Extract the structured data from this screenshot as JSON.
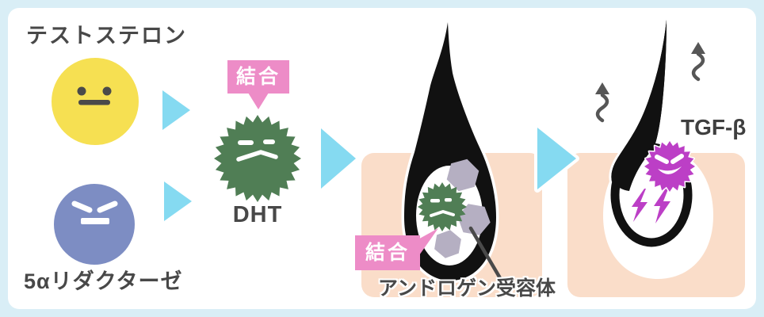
{
  "diagram": {
    "title_topic": "DHT and hair follicle diagram",
    "labels": {
      "testosterone": "テストステロン",
      "reductase": "5αリダクターゼ",
      "binding_top": "結合",
      "binding_bottom": "結合",
      "dht": "DHT",
      "androgen_receptor": "アンドロゲン受容体",
      "tgf_beta": "TGF-β"
    },
    "colors": {
      "frame": "#D9EEF6",
      "panel": "#FFFFFF",
      "text": "#484848",
      "testosterone_yellow": "#F6E052",
      "reductase_blue": "#7D8DC3",
      "dht_green": "#507E55",
      "receptor_gray": "#B5AFC2",
      "binding_pink": "#ED8CC7",
      "tgf_magenta": "#BC3FC6",
      "arrow_cyan": "#85DAF1",
      "skin": "#FADDC9",
      "hair": "#111111",
      "squiggle_gray": "#565656",
      "face_dark": "#4A4A4A"
    }
  }
}
